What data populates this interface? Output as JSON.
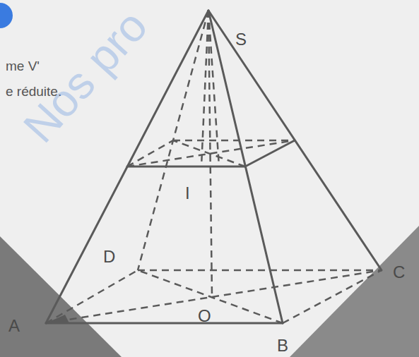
{
  "diagram": {
    "labels": [
      "me V'",
      "e réduite.",
      "Nos pro",
      "S",
      "I",
      "D",
      "C",
      "A",
      "O",
      "B"
    ]
  }
}
